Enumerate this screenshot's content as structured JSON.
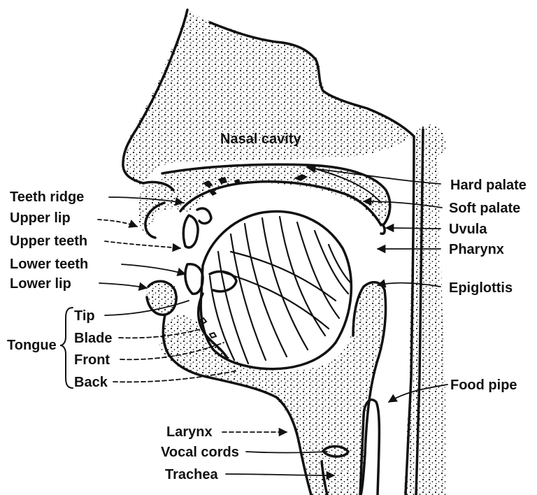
{
  "labels": {
    "nasal_cavity": "Nasal cavity",
    "teeth_ridge": "Teeth ridge",
    "upper_lip": "Upper lip",
    "upper_teeth": "Upper teeth",
    "lower_teeth": "Lower teeth",
    "lower_lip": "Lower lip",
    "tongue": "Tongue",
    "tip": "Tip",
    "blade": "Blade",
    "front": "Front",
    "back": "Back",
    "larynx": "Larynx",
    "vocal_cords": "Vocal cords",
    "trachea": "Trachea",
    "hard_palate": "Hard palate",
    "soft_palate": "Soft palate",
    "uvula": "Uvula",
    "pharynx": "Pharynx",
    "epiglottis": "Epiglottis",
    "food_pipe": "Food pipe"
  },
  "colors": {
    "ink": "#111111",
    "paper": "#ffffff"
  }
}
